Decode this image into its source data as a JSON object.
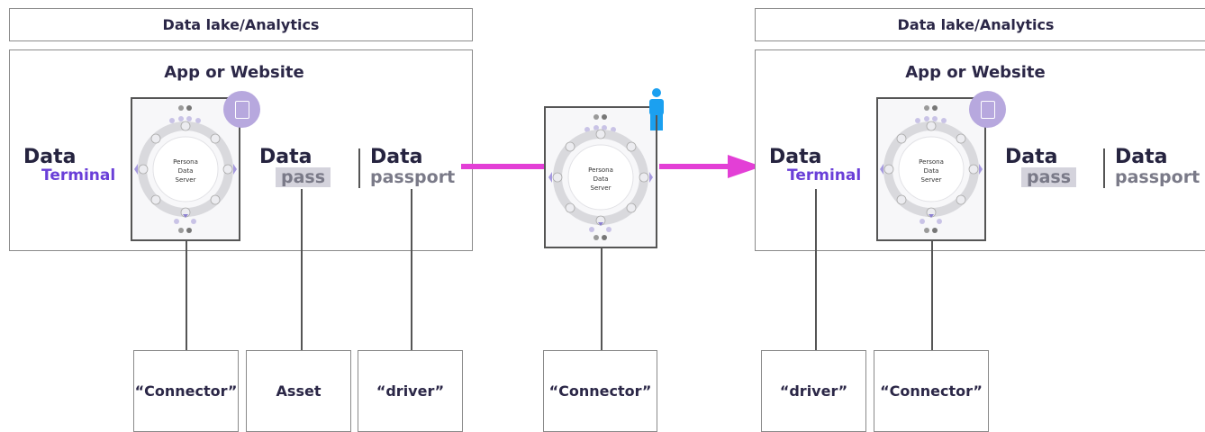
{
  "left": {
    "top_bar": "Data lake/Analytics",
    "app_title": "App or Website",
    "logo_terminal": {
      "word": "Data",
      "sub": "Terminal"
    },
    "logo_pass": {
      "word": "Data",
      "sub": "pass"
    },
    "logo_passport": {
      "word": "Data",
      "sub": "passport"
    },
    "server_label": [
      "Persona",
      "Data",
      "Server"
    ],
    "boxes": [
      "“Connector”",
      "Asset",
      "“driver”"
    ]
  },
  "middle": {
    "server_label": [
      "Persona",
      "Data",
      "Server"
    ],
    "box": "“Connector”"
  },
  "right": {
    "top_bar": "Data lake/Analytics",
    "app_title": "App or Website",
    "logo_terminal": {
      "word": "Data",
      "sub": "Terminal"
    },
    "logo_pass": {
      "word": "Data",
      "sub": "pass"
    },
    "logo_passport": {
      "word": "Data",
      "sub": "passport"
    },
    "server_label": [
      "Persona",
      "Data",
      "Server"
    ],
    "boxes": [
      "“driver”",
      "“Connector”"
    ]
  },
  "colors": {
    "arrow": "#e33fd6",
    "accent_purple": "#6a3fd8",
    "calculator_badge": "#b7a8de",
    "person_icon": "#1ba0f0"
  }
}
